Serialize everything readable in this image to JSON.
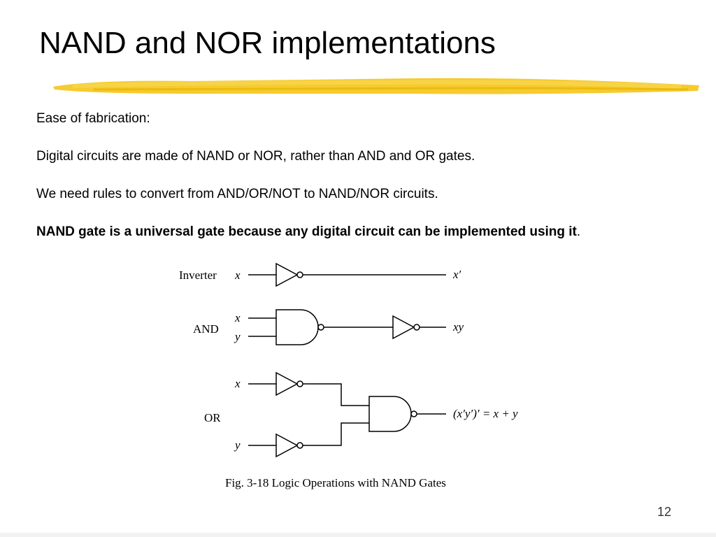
{
  "slide": {
    "title": "NAND and NOR implementations",
    "lines": [
      "Ease of fabrication:",
      "Digital circuits are made of NAND or NOR, rather than AND and OR gates.",
      "We need rules to convert from AND/OR/NOT to NAND/NOR circuits."
    ],
    "bold_line": "NAND gate is a universal gate because any digital circuit can be implemented using it",
    "bold_line_suffix": ".",
    "page_number": "12",
    "accent_color": "#f5c518"
  },
  "figure": {
    "inverter": {
      "label": "Inverter",
      "input": "x",
      "output": "x′"
    },
    "and": {
      "label": "AND",
      "input_x": "x",
      "input_y": "y",
      "output": "xy"
    },
    "or": {
      "label": "OR",
      "input_x": "x",
      "input_y": "y",
      "output": "(x′y′)′ = x + y"
    },
    "caption": "Fig. 3-18  Logic Operations with NAND Gates"
  }
}
